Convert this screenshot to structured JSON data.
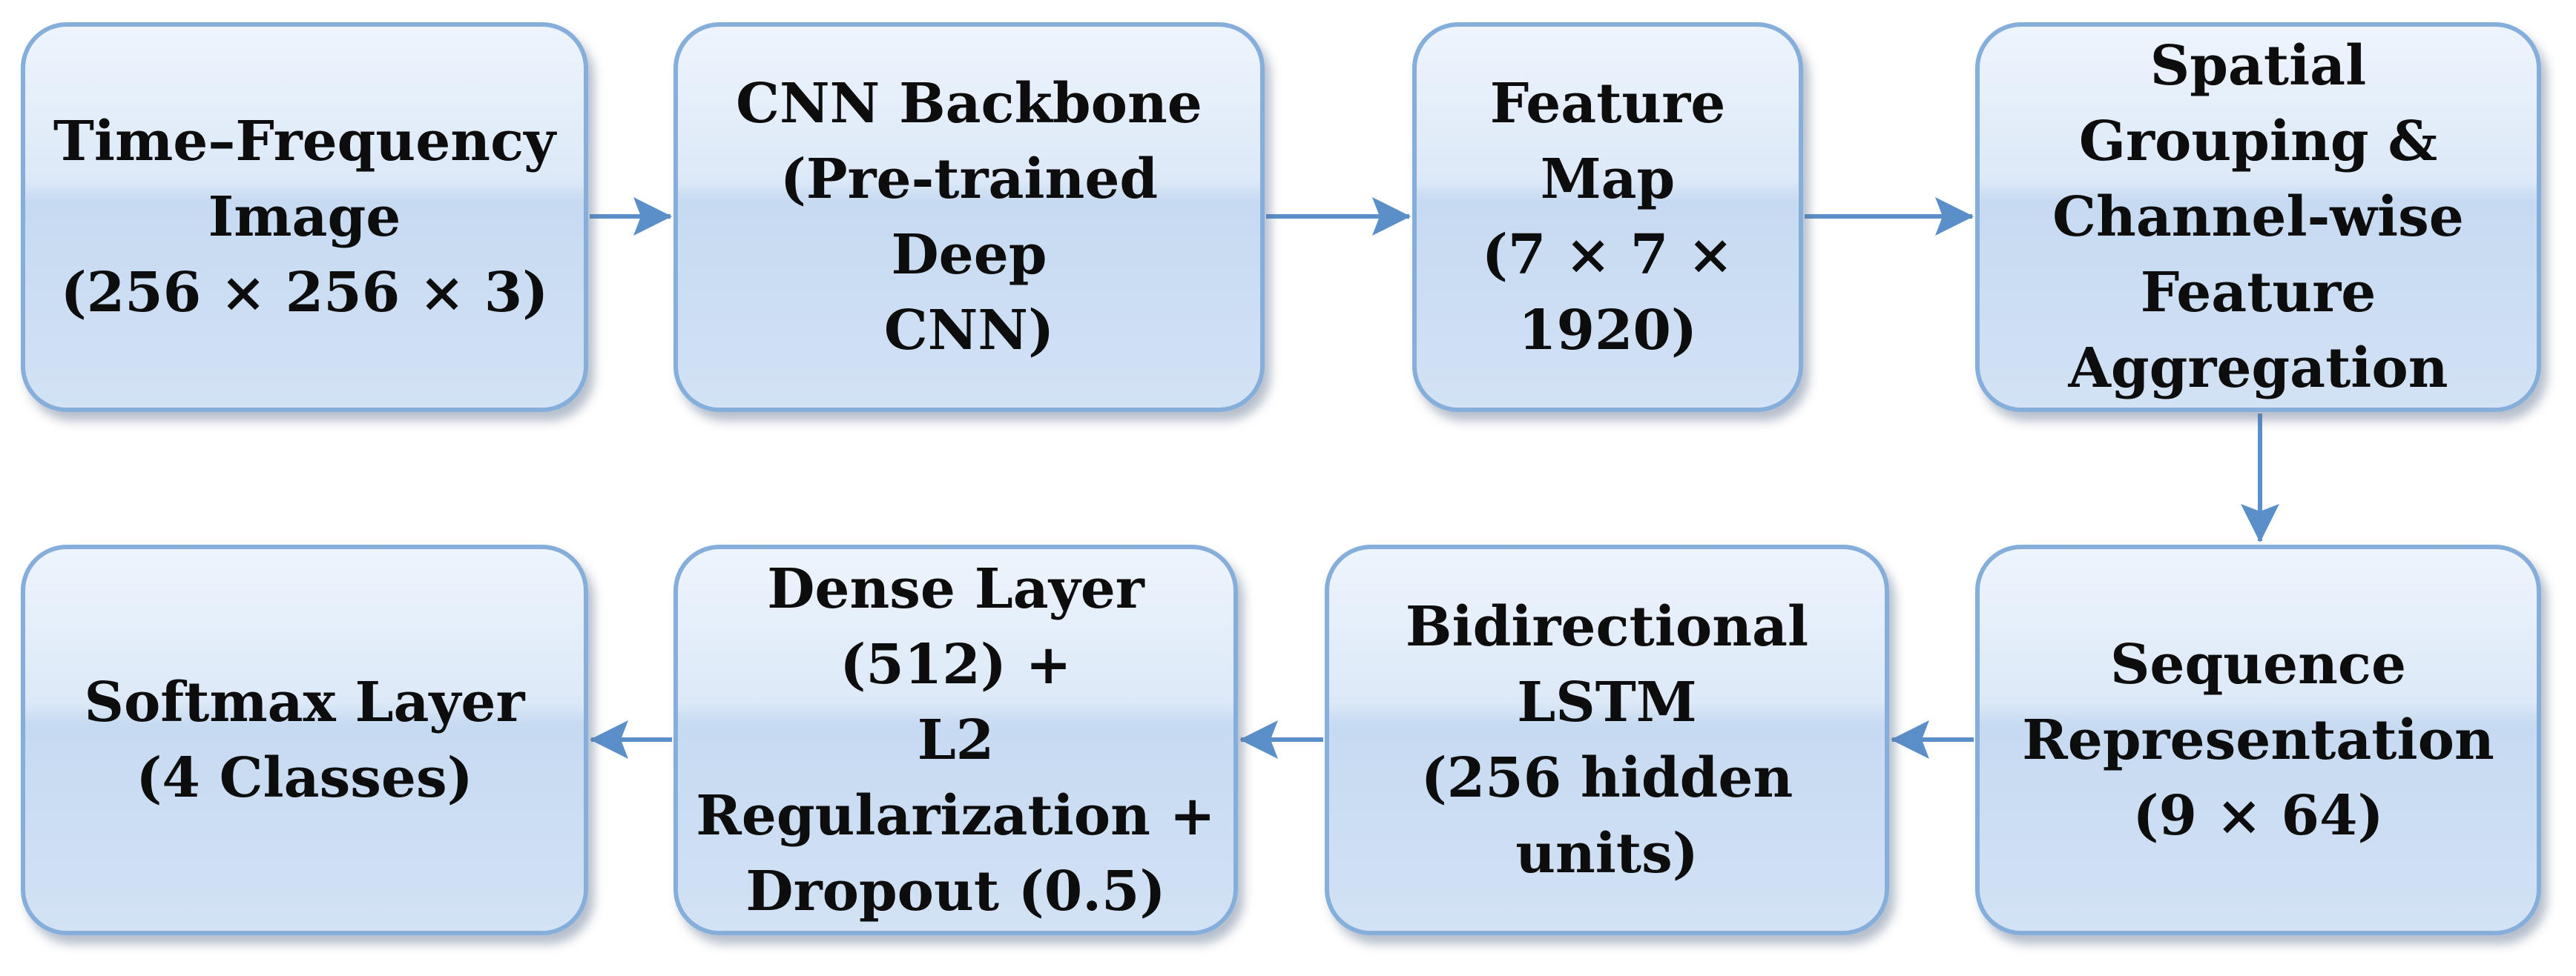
{
  "diagram": {
    "nodes": [
      {
        "id": "time-frequency-image",
        "label": "Time–Frequency\nImage\n(256 × 256 × 3)"
      },
      {
        "id": "cnn-backbone",
        "label": "CNN Backbone\n(Pre-trained Deep\nCNN)"
      },
      {
        "id": "feature-map",
        "label": "Feature Map\n(7 × 7 × 1920)"
      },
      {
        "id": "spatial-grouping",
        "label": "Spatial Grouping &\nChannel-wise\nFeature\nAggregation"
      },
      {
        "id": "sequence-representation",
        "label": "Sequence\nRepresentation\n(9 × 64)"
      },
      {
        "id": "bidirectional-lstm",
        "label": "Bidirectional LSTM\n(256 hidden units)"
      },
      {
        "id": "dense-layer",
        "label": "Dense Layer (512) +\nL2 Regularization +\nDropout (0.5)"
      },
      {
        "id": "softmax-layer",
        "label": "Softmax Layer\n(4 Classes)"
      }
    ],
    "edges": [
      {
        "from": "time-frequency-image",
        "to": "cnn-backbone"
      },
      {
        "from": "cnn-backbone",
        "to": "feature-map"
      },
      {
        "from": "feature-map",
        "to": "spatial-grouping"
      },
      {
        "from": "spatial-grouping",
        "to": "sequence-representation"
      },
      {
        "from": "sequence-representation",
        "to": "bidirectional-lstm"
      },
      {
        "from": "bidirectional-lstm",
        "to": "dense-layer"
      },
      {
        "from": "dense-layer",
        "to": "softmax-layer"
      }
    ],
    "colors": {
      "box_border": "#86aedb",
      "box_fill_top": "#edf4fc",
      "box_fill_bottom": "#d3e2f5",
      "arrow": "#5b8fc9",
      "text": "#0d0d0d"
    }
  }
}
